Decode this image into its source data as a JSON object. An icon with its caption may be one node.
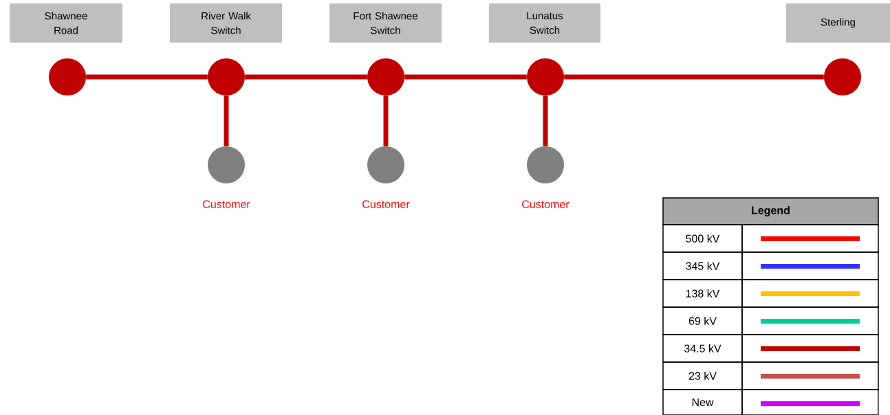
{
  "diagram": {
    "nodes": [
      {
        "text": [
          "Shawnee Road"
        ]
      },
      {
        "text": [
          "River Walk Switch"
        ]
      },
      {
        "text": [
          "Fort Shawnee Switch"
        ]
      },
      {
        "text": [
          "Lunatus Switch"
        ]
      },
      {
        "text": [
          "Sterling"
        ]
      },
      {
        "text": [],
        "shape": "circle"
      },
      {
        "text": [],
        "shape": "circle"
      },
      {
        "text": [],
        "shape": "circle"
      },
      {
        "text": [],
        "shape": "circle"
      },
      {
        "text": [],
        "shape": "circle"
      },
      {
        "text": [],
        "shape": "circle",
        "beside": [
          "Customer"
        ]
      },
      {
        "text": [],
        "shape": "circle",
        "beside": [
          "Customer"
        ]
      },
      {
        "text": [],
        "shape": "circle",
        "beside": [
          "Customer"
        ]
      }
    ],
    "edges": [
      {
        "from": 5,
        "to": 6,
        "arrow": "none"
      },
      {
        "from": 6,
        "to": 7,
        "arrow": "none"
      },
      {
        "from": 7,
        "to": 8,
        "arrow": "none"
      },
      {
        "from": 8,
        "to": 9,
        "arrow": "none"
      },
      {
        "from": 6,
        "to": 10,
        "arrow": "none"
      },
      {
        "from": 7,
        "to": 11,
        "arrow": "none"
      },
      {
        "from": 8,
        "to": 12,
        "arrow": "none"
      }
    ],
    "labels": [
      "Legend"
    ],
    "legend": [
      {
        "text": "500 kV",
        "color": "#ff0000"
      },
      {
        "text": "345 kV",
        "color": "#3333ff"
      },
      {
        "text": "138 kV",
        "color": "#ffc000"
      },
      {
        "text": "69 kV",
        "color": "#00cc99"
      },
      {
        "text": "34.5 kV",
        "color": "#c00000"
      },
      {
        "text": "23 kV",
        "color": "#c0504d"
      },
      {
        "text": "New",
        "color": "#cc00ff"
      }
    ]
  }
}
